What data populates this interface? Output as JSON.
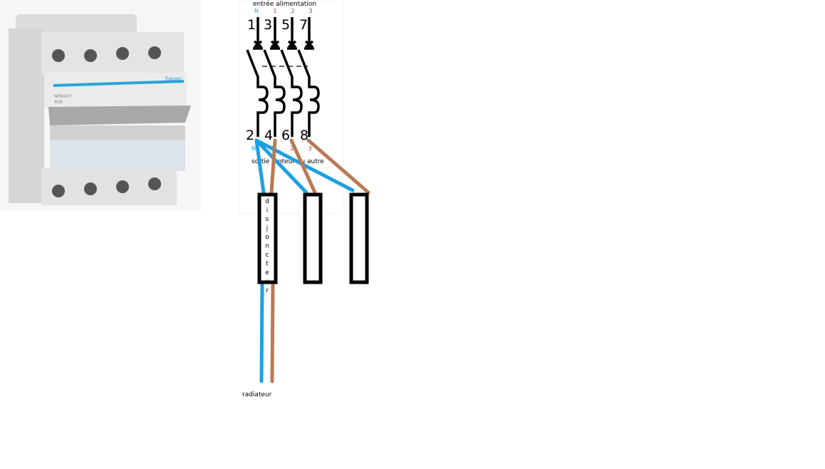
{
  "photo": {
    "brand": "hager",
    "model": "NRN437",
    "rating": "40A"
  },
  "diagram": {
    "title": "entrée alimentation",
    "input_phases": [
      "N",
      "1",
      "2",
      "3"
    ],
    "input_terminals": [
      "1",
      "3",
      "5",
      "7"
    ],
    "output_terminals": [
      "2",
      "4",
      "6",
      "8"
    ],
    "output_phases": [
      "N",
      "1",
      "2",
      "3"
    ],
    "output_label": "sortie moteur ou autre",
    "box_label_letters": [
      "d",
      "i",
      "s",
      "j",
      "o",
      "n",
      "c",
      "t",
      "e",
      "u",
      "r"
    ],
    "load_label": "radiateur",
    "colors": {
      "neutral": "#1ba1e2",
      "phase": "#b97a57",
      "symbol": "#000000",
      "phase_text": "#a04040"
    }
  }
}
